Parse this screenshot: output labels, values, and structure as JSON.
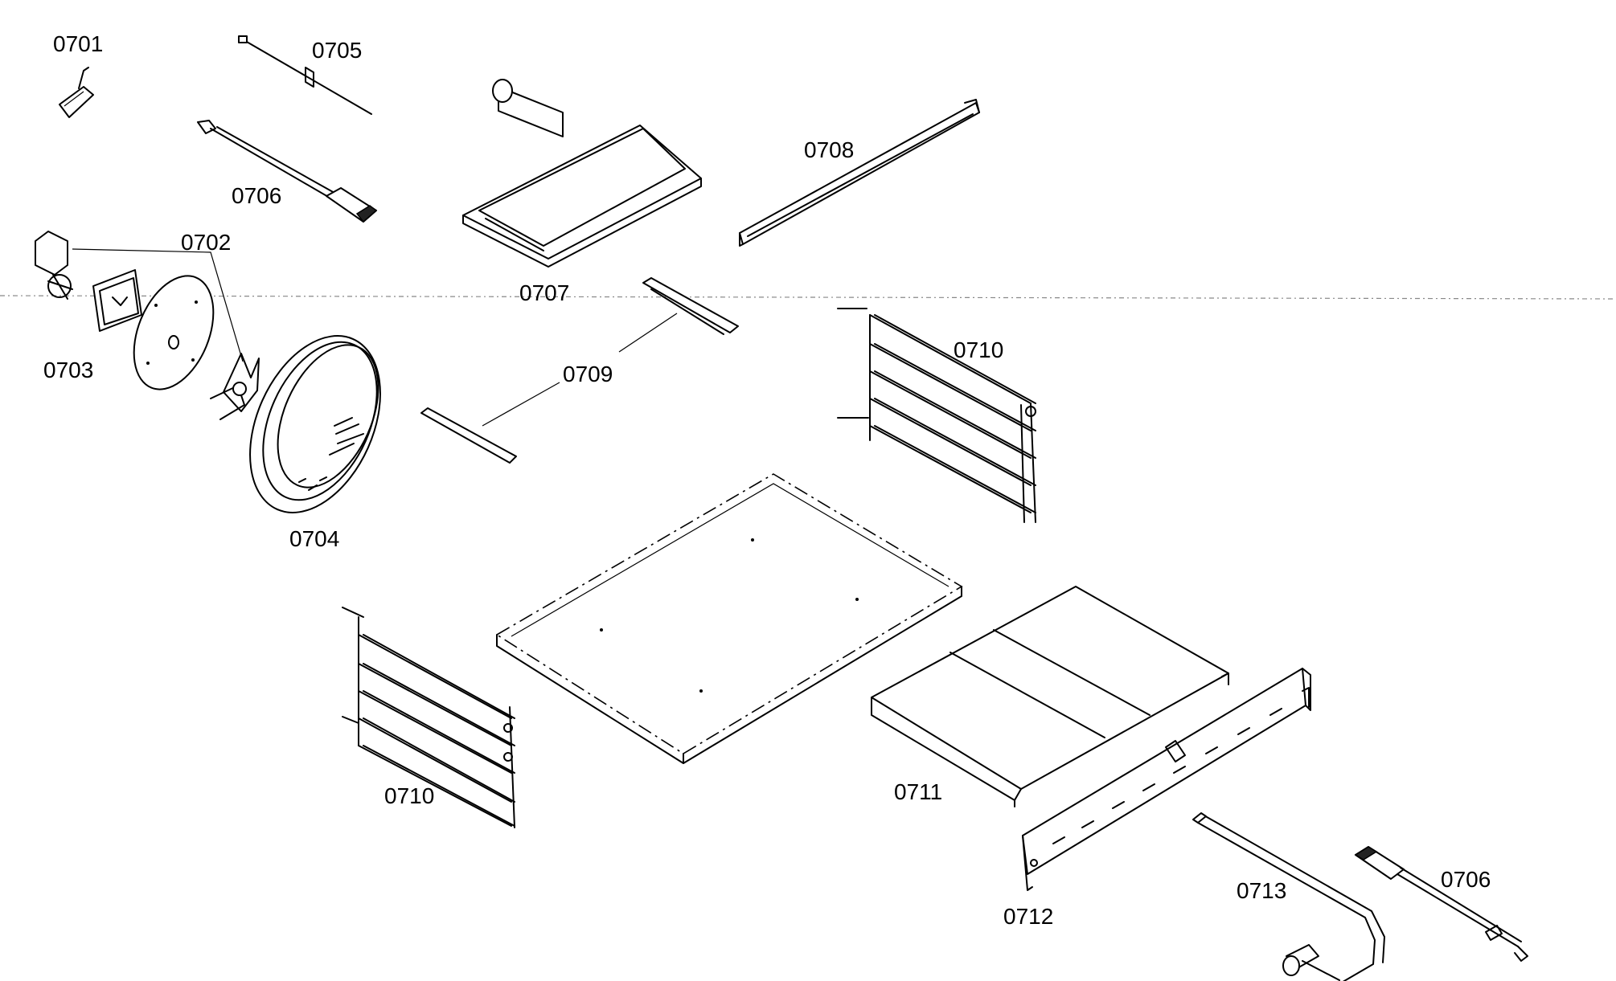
{
  "labels": {
    "p0701": "0701",
    "p0702": "0702",
    "p0703": "0703",
    "p0704": "0704",
    "p0705": "0705",
    "p0706_top": "0706",
    "p0706_bottom": "0706",
    "p0707": "0707",
    "p0708": "0708",
    "p0709": "0709",
    "p0710_left": "0710",
    "p0710_right": "0710",
    "p0711": "0711",
    "p0712": "0712",
    "p0713": "0713"
  }
}
